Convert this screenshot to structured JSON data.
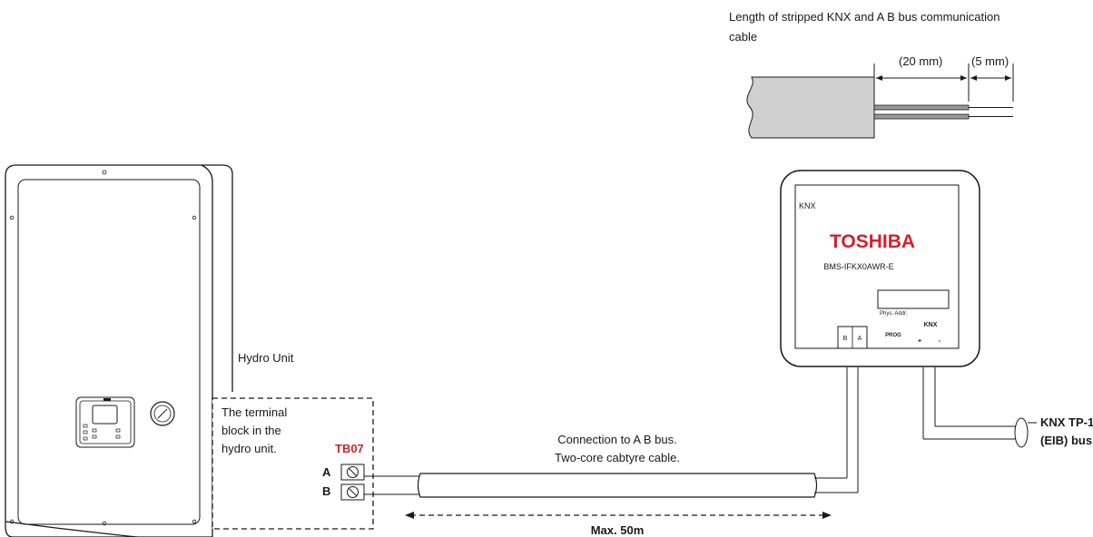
{
  "cable_strip": {
    "title_line1": "Length of stripped KNX and A B bus communication",
    "title_line2": "cable",
    "dim_long": "(20 mm)",
    "dim_short": "(5 mm)"
  },
  "hydro_unit": {
    "label": "Hydro Unit",
    "terminal_desc_line1": "The terminal",
    "terminal_desc_line2": "block in the",
    "terminal_desc_line3": "hydro unit.",
    "terminal_block": "TB07",
    "terminal_a": "A",
    "terminal_b": "B"
  },
  "bus_cable": {
    "line1": "Connection to A B bus.",
    "line2": "Two-core cabtyre cable.",
    "max_length": "Max. 50m"
  },
  "interface": {
    "knx_logo": "KNX",
    "brand": "TOSHIBA",
    "model": "BMS-IFKX0AWR-E",
    "addr_label": "Phys. Addr.",
    "knx_label": "KNX",
    "term_b": "B",
    "term_a": "A",
    "prog_label": "PROG",
    "knx_plus": "+",
    "knx_minus": "-"
  },
  "knx_bus": {
    "line1": "KNX TP-1",
    "line2": "(EIB) bus"
  },
  "colors": {
    "brand_red": "#d81e2a",
    "line": "#1a1a1a",
    "cable_fill": "#cfcfcf"
  }
}
